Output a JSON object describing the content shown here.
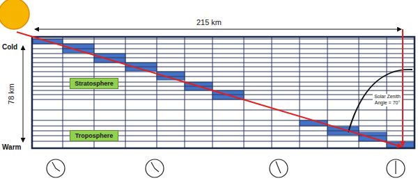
{
  "diagram": {
    "nodes": [
      {
        "text": [
          "Stratosphere"
        ]
      },
      {
        "text": [
          "Troposphere"
        ]
      }
    ],
    "labels": [
      "215 km",
      "Cold",
      "Warm",
      "78 km",
      "Solar Zenith Angle = 70°"
    ]
  }
}
